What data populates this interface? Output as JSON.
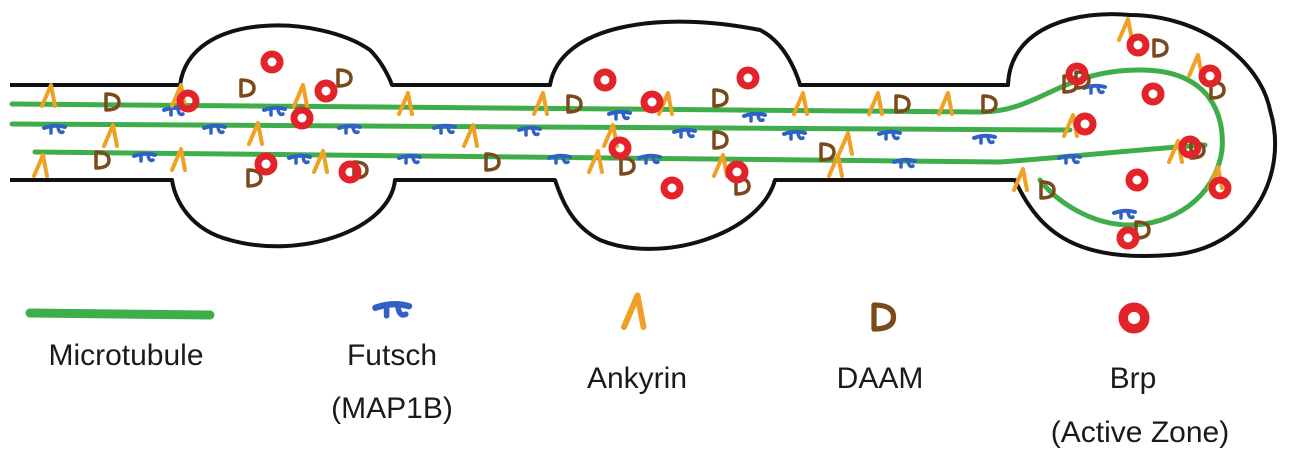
{
  "colors": {
    "outline": "#111111",
    "microtubule": "#3fae4a",
    "futsch": "#2f62c4",
    "ankyrin": "#f0a022",
    "daam": "#7a4a1c",
    "brp": "#e2232a"
  },
  "legend": [
    {
      "key": "microtubule",
      "icon": "green-line",
      "lines": [
        "Microtubule"
      ]
    },
    {
      "key": "futsch",
      "icon": "blue-hook",
      "lines": [
        "Futsch",
        "(MAP1B)"
      ]
    },
    {
      "key": "ankyrin",
      "icon": "orange-lambda",
      "lines": [
        "Ankyrin"
      ]
    },
    {
      "key": "daam",
      "icon": "brown-d",
      "lines": [
        "DAAM"
      ]
    },
    {
      "key": "brp",
      "icon": "red-ring",
      "lines": [
        "Brp",
        "(Active Zone)"
      ]
    }
  ]
}
